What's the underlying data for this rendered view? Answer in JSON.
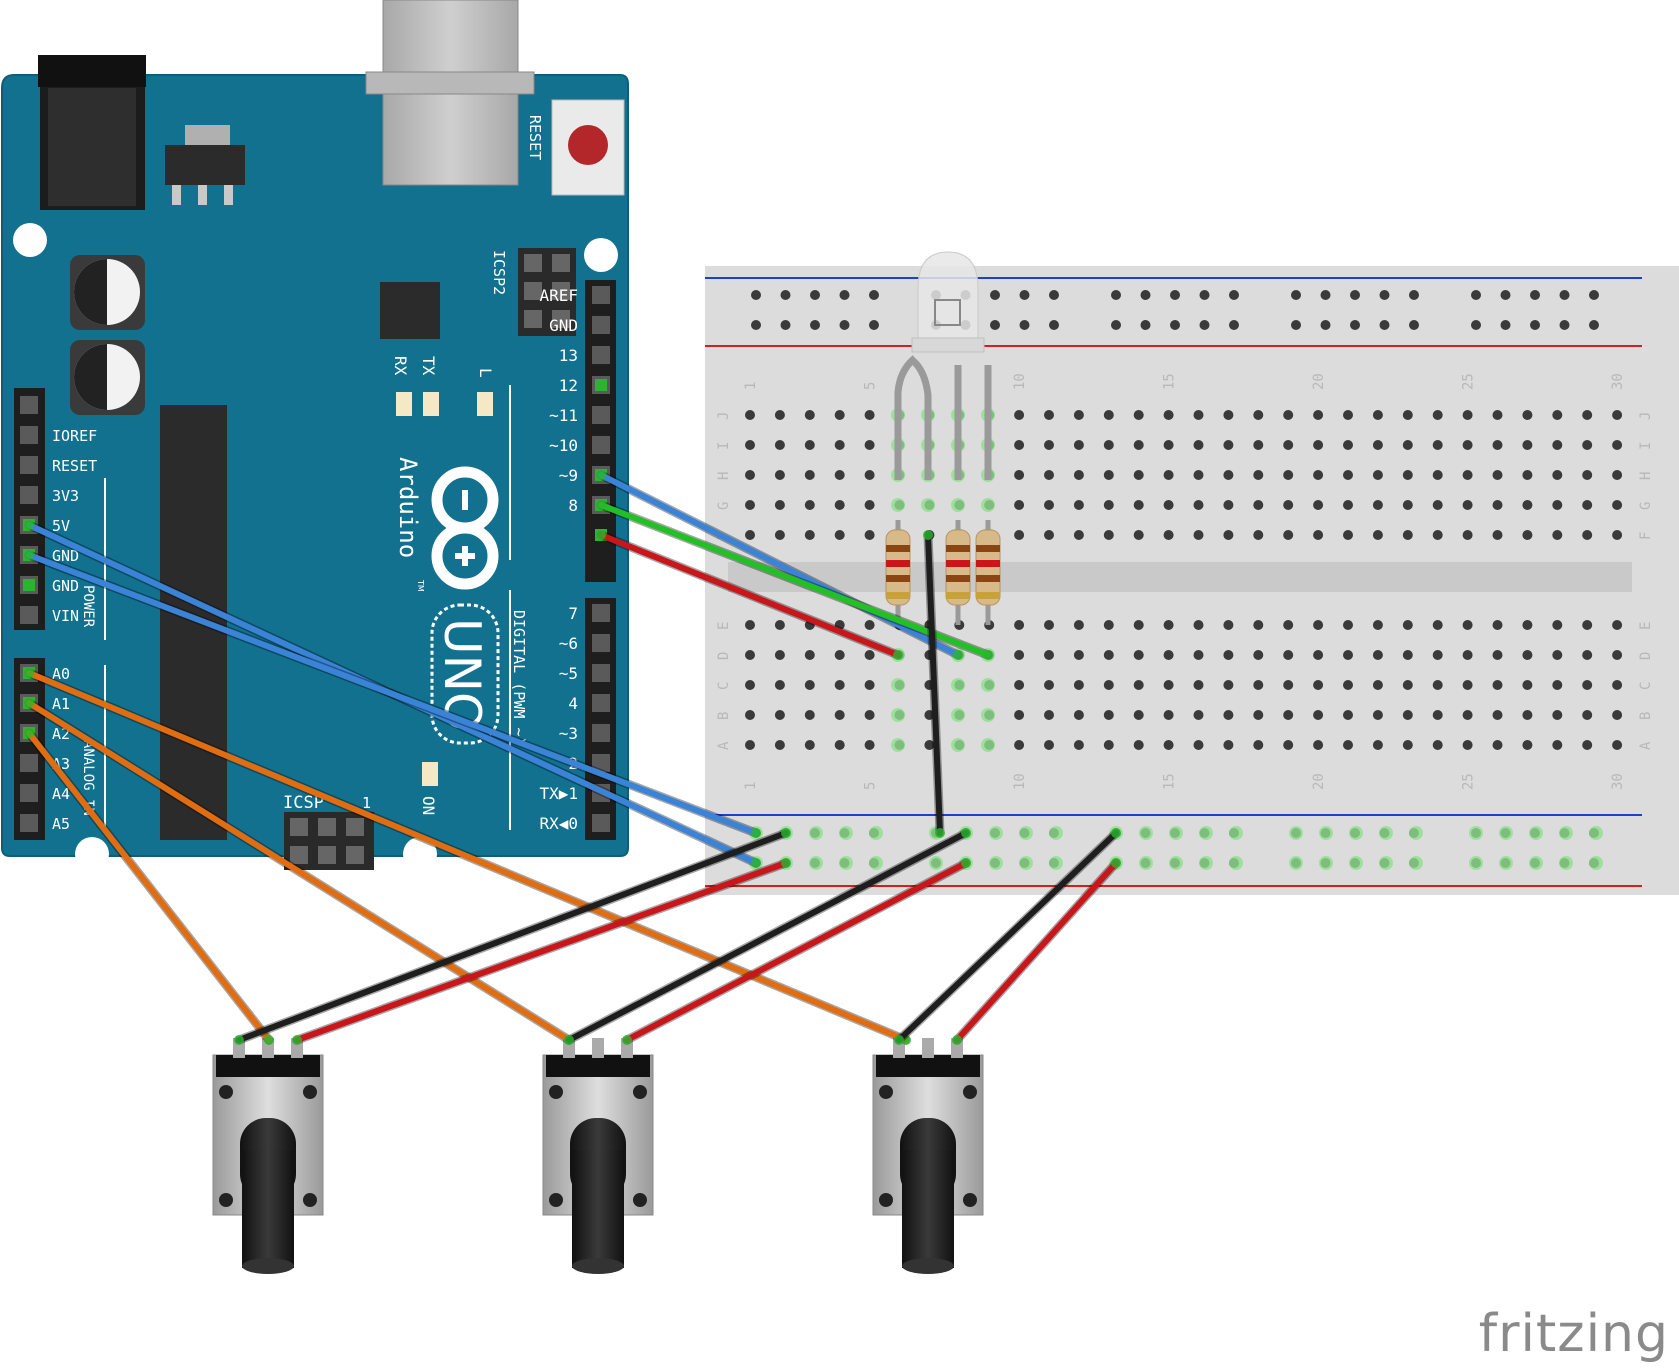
{
  "arduino": {
    "brand": "Arduino",
    "model": "UNO",
    "tm": "TM",
    "reset_label": "RESET",
    "icsp2_label": "ICSP2",
    "icsp_label": "ICSP",
    "icsp_pin1": "1",
    "rx_label": "RX",
    "tx_label": "TX",
    "l_label": "L",
    "on_label": "ON",
    "digital_label": "DIGITAL (PWM ~)",
    "power_label": "POWER",
    "analog_label": "ANALOG IN",
    "digital_pins": [
      "AREF",
      "GND",
      "13",
      "12",
      "~11",
      "~10",
      "~9",
      "8",
      "7",
      "~6",
      "~5",
      "4",
      "~3",
      "2",
      "TX▶1",
      "RX◀0"
    ],
    "power_pins": [
      "IOREF",
      "RESET",
      "3V3",
      "5V",
      "GND",
      "GND",
      "VIN"
    ],
    "analog_pins": [
      "A0",
      "A1",
      "A2",
      "A3",
      "A4",
      "A5"
    ],
    "board_color": "#11718f"
  },
  "breadboard": {
    "column_numbers": [
      "1",
      "5",
      "10",
      "15",
      "20",
      "25",
      "30"
    ],
    "row_letters_top": [
      "J",
      "I",
      "H",
      "G",
      "F"
    ],
    "row_letters_bottom": [
      "E",
      "D",
      "C",
      "B",
      "A"
    ],
    "rail_blue": "#1f3fd0",
    "rail_red": "#d02020"
  },
  "wires": {
    "blue": "#3a83d6",
    "green": "#22c026",
    "red": "#c8161b",
    "black": "#1e1e1e",
    "orange": "#e06d12"
  },
  "components": {
    "led": "RGB LED",
    "resistors": 3,
    "potentiometers": 3
  },
  "watermark": "fritzing"
}
